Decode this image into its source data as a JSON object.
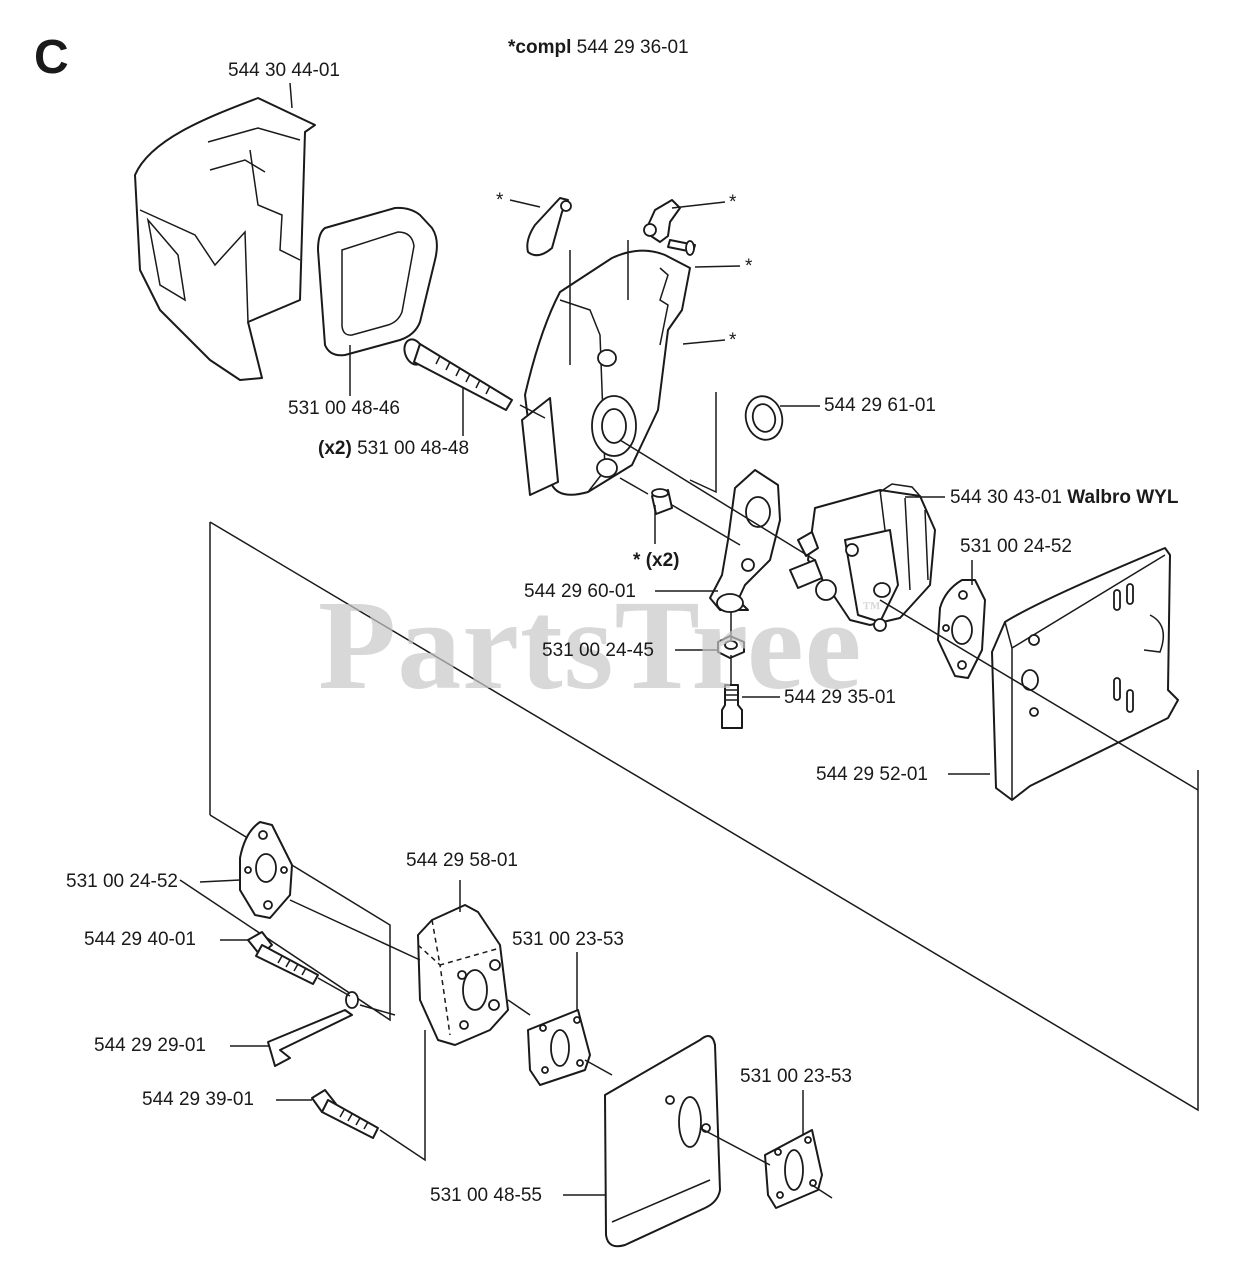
{
  "section_letter": "C",
  "header": {
    "compl_label": "*compl",
    "compl_part": "544 29 36-01"
  },
  "watermark": {
    "text": "PartsTree",
    "tm": "™"
  },
  "callouts": {
    "air_filter_cover": "544 30 44-01",
    "air_filter": "531 00 48-46",
    "screw_qty": "(x2)",
    "screw": "531 00 48-48",
    "star_choke_lever": "*",
    "star_clip": "*",
    "star_screw": "*",
    "star_filter_holder": "*",
    "star_sleeve": "*",
    "star_sleeve_qty": "(x2)",
    "gasket_ring": "544 29 61-01",
    "carburetor": "544 30 43-01",
    "carburetor_brand": "Walbro WYL",
    "carb_gasket_upper": "531 00 24-52",
    "bracket": "544 29 60-01",
    "nut": "531 00 24-45",
    "nipple": "544 29 35-01",
    "heat_shield": "544 29 52-01",
    "carb_gasket_lower": "531 00 24-52",
    "intake_manifold": "544 29 58-01",
    "bolt_long": "544 29 40-01",
    "gasket_mid": "531 00 23-53",
    "lever_rod": "544 29 29-01",
    "bolt_short": "544 29 39-01",
    "gasket_right": "531 00 23-53",
    "insulator_plate": "531 00 48-55"
  }
}
